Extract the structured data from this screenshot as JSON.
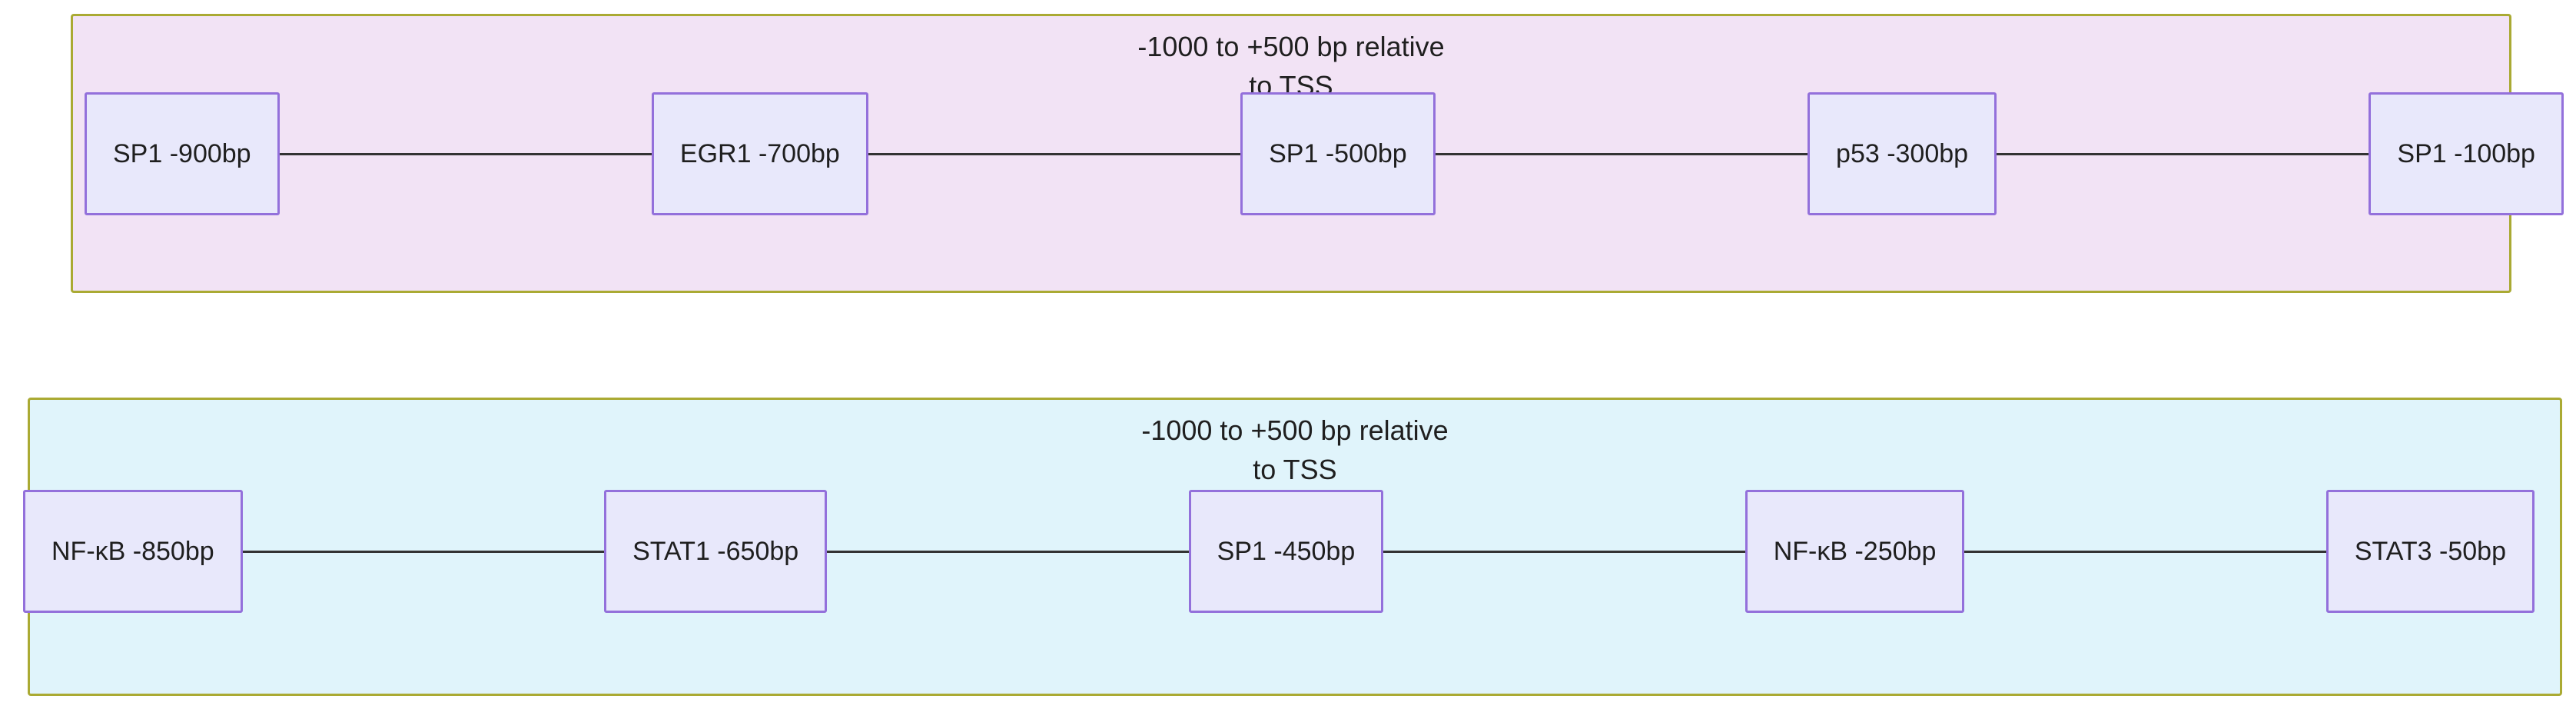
{
  "diagram": {
    "type": "flowchart",
    "background_color": "#ffffff",
    "node_fill": "#e8e8fb",
    "node_border": "#9370db",
    "edge_color": "#333333",
    "subgraph_border": "#aaaa33",
    "subgraphs": [
      {
        "id": "promoter-a",
        "title": "-1000 to +500 bp relative\nto TSS",
        "background_color": "#f2e3f5",
        "nodes": [
          {
            "label": "SP1 -900bp"
          },
          {
            "label": "EGR1 -700bp"
          },
          {
            "label": "SP1 -500bp"
          },
          {
            "label": "p53 -300bp"
          },
          {
            "label": "SP1 -100bp"
          }
        ]
      },
      {
        "id": "promoter-b",
        "title": "-1000 to +500 bp relative\nto TSS",
        "background_color": "#e0f4fb",
        "nodes": [
          {
            "label": "NF-κB -850bp"
          },
          {
            "label": "STAT1 -650bp"
          },
          {
            "label": "SP1 -450bp"
          },
          {
            "label": "NF-κB -250bp"
          },
          {
            "label": "STAT3 -50bp"
          }
        ]
      }
    ]
  }
}
